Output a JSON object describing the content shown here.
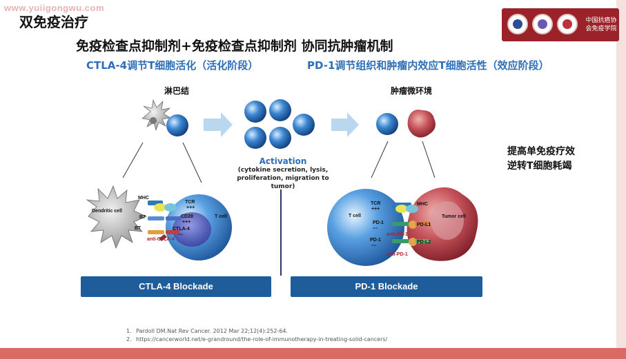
{
  "watermark": "www.yuiigongwu.com",
  "corner_title": "双免疫治疗",
  "logo": {
    "text": "中国抗癌协会免疫学院"
  },
  "main_title": "免疫检查点抑制剂+免疫检查点抑制剂 协同抗肿瘤机制",
  "left_subtitle": "CTLA-4调节T细胞活化（活化阶段）",
  "right_subtitle": "PD-1调节组织和肿瘤内效应T细胞活性（效应阶段）",
  "labels": {
    "lymph_node": "淋巴结",
    "tumor_env": "肿瘤微环境",
    "activation": "Activation",
    "activation_detail": "(cytokine secretion, lysis, proliferation, migration to tumor)"
  },
  "left_panel": {
    "dendritic_cell": "Dendritic cell",
    "t_cell": "T cell",
    "mhc": "MHC",
    "tcr": "TCR",
    "plus1": "+++",
    "b7a": "B7",
    "cd28": "CD28",
    "plus2": "+++",
    "b7b": "B7",
    "ctla4": "CTLA-4",
    "minus": "---",
    "anti_ctla4": "anti-CTLA-4"
  },
  "right_panel": {
    "t_cell": "T cell",
    "tumor_cell": "Tumor cell",
    "tcr": "TCR",
    "plus": "+++",
    "mhc": "MHC",
    "pd1": "PD-1",
    "minus1": "---",
    "pdl1": "PD-L1",
    "anti_pd1": "anti-PD-1",
    "pd1b": "PD-1",
    "minus2": "---",
    "pdl2": "PD-L2",
    "anti_pd1b": "anti-PD-1"
  },
  "blockade": {
    "left": "CTLA-4 Blockade",
    "right": "PD-1 Blockade"
  },
  "note": {
    "line1": "提高单免疫疗效",
    "line2": "逆转T细胞耗竭"
  },
  "references": [
    {
      "num": "1.",
      "text": "Pardoll DM.Nat Rev Cancer. 2012 Mar 22;12(4):252-64."
    },
    {
      "num": "2.",
      "text": "https://cancerworld.net/e-grandround/the-role-of-immunotherapy-in-treating-solid-cancers/"
    }
  ],
  "colors": {
    "accent_blue": "#2d6fb7",
    "blockade_bar": "#1e5d99",
    "logo_red": "#9b2228",
    "tcell_blue": "#3b86d1",
    "tumor_red": "#c4525a"
  }
}
